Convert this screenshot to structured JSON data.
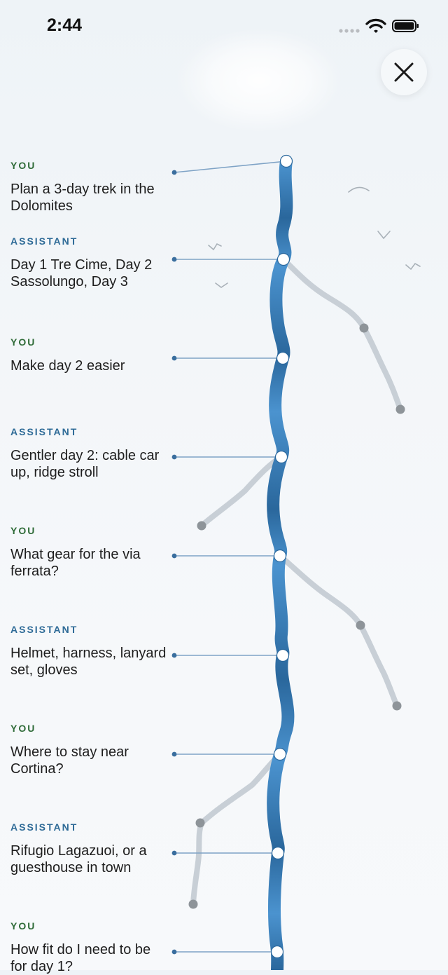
{
  "status_bar": {
    "time": "2:44"
  },
  "close_button": {
    "icon": "close-icon"
  },
  "messages": [
    {
      "role": "YOU",
      "text": "Plan a 3-day trek in the Dolomites"
    },
    {
      "role": "ASSISTANT",
      "text": "Day 1 Tre Cime, Day 2 Sassolungo, Day 3"
    },
    {
      "role": "YOU",
      "text": "Make day 2 easier"
    },
    {
      "role": "ASSISTANT",
      "text": "Gentler day 2: cable car up, ridge stroll"
    },
    {
      "role": "YOU",
      "text": "What gear for the via ferrata?"
    },
    {
      "role": "ASSISTANT",
      "text": "Helmet, harness, lanyard set, gloves"
    },
    {
      "role": "YOU",
      "text": "Where to stay near Cortina?"
    },
    {
      "role": "ASSISTANT",
      "text": "Rifugio Lagazuoi, or a guesthouse in town"
    },
    {
      "role": "YOU",
      "text": "How fit do I need to be for day 1?"
    }
  ],
  "colors": {
    "user_label": "#2f6b38",
    "assistant_label": "#2f6b97",
    "trunk_dark": "#2a679c",
    "trunk_light": "#4b93cf",
    "branch": "#c8cfd6",
    "branch_node": "#8e9499",
    "connector": "#7fa3c6"
  }
}
